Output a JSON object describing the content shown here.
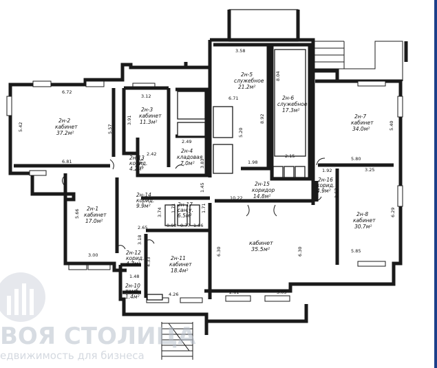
{
  "rooms": [
    {
      "id": "2n-2",
      "code": "2н-2",
      "name": "кабинет",
      "area": "37.2м²"
    },
    {
      "id": "2n-3",
      "code": "2н-3",
      "name": "кабинет",
      "area": "11.3м²"
    },
    {
      "id": "2n-4",
      "code": "2н-4",
      "name": "кладовая",
      "area": "7.0м²"
    },
    {
      "id": "2n-5",
      "code": "2н-5",
      "name": "служебное",
      "area": "21.2м²"
    },
    {
      "id": "2n-6",
      "code": "2н-6",
      "name": "служебное",
      "area": "17.3м²"
    },
    {
      "id": "2n-7",
      "code": "2н-7",
      "name": "кабинет",
      "area": "34.0м²"
    },
    {
      "id": "2n-13",
      "code": "2н-13",
      "name": "корид.",
      "area": "4.2м²"
    },
    {
      "id": "2n-1",
      "code": "2н-1",
      "name": "кабинет",
      "area": "17.0м²"
    },
    {
      "id": "2n-14",
      "code": "2н-14",
      "name": "корид.",
      "area": "9.9м²"
    },
    {
      "id": "2n-17",
      "code": "2н-17",
      "name": "сан.у.",
      "area": "6.5м²"
    },
    {
      "id": "2n-15",
      "code": "2н-15",
      "name": "коридор",
      "area": "14.8м²"
    },
    {
      "id": "2n-16",
      "code": "2н-16",
      "name": "корид.",
      "area": "4.9м²"
    },
    {
      "id": "2n-8",
      "code": "2н-8",
      "name": "кабинет",
      "area": "30.7м²"
    },
    {
      "id": "2n-12",
      "code": "2н-12",
      "name": "корид.",
      "area": "4.7м²"
    },
    {
      "id": "2n-11",
      "code": "2н-11",
      "name": "кабинет",
      "area": "18.4м²"
    },
    {
      "id": "2n-big",
      "code": "",
      "name": "кабинет",
      "area": "35.5м²"
    },
    {
      "id": "2n-10",
      "code": "2н-10",
      "name": "тамб.",
      "area": "1.4м²"
    }
  ],
  "dimensions": [
    "6.72",
    "5.42",
    "5.57",
    "6.81",
    "3.12",
    "3.91",
    "2.49",
    "3.83",
    "2.42",
    "1.75",
    "3.58",
    "8.04",
    "6.71",
    "5.20",
    "8.92",
    "1.98",
    "2.15",
    "5.40",
    "1.92",
    "5.80",
    "3.25",
    "2.57",
    "6.29",
    "5.85",
    "5.66",
    "3.00",
    "1.45",
    "10.22",
    "3.74",
    "1.71",
    "1.71",
    "0.90",
    "0.77",
    "1.06",
    "2.65",
    "3.18",
    "4.33",
    "1.48",
    "4.26",
    "6.30",
    "6.30",
    "2.61",
    "3.05"
  ],
  "watermark": {
    "line1": "ВОЯ СТОЛИЦА",
    "line2": "едвижимость для бизнеса"
  }
}
